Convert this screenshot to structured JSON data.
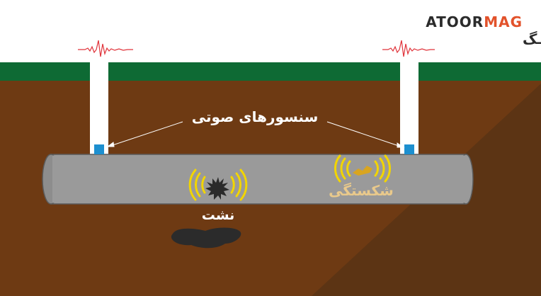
{
  "brand": {
    "latin_part1": "ATOOR",
    "latin_part2": "MAG",
    "persian": "آتـــورمـــگ",
    "colors": {
      "dark": "#2b2b2b",
      "accent": "#e2522b"
    }
  },
  "labels": {
    "sensors": "سنسورهای صوتی",
    "leak": "نشت",
    "crack": "شکستگی"
  },
  "colors": {
    "sky": "#ffffff",
    "grass": "#0e6a34",
    "soil": "#6e3a13",
    "soil_deep": "#5a3212",
    "pipe": "#9a9a9a",
    "pipe_outline": "#5b5b5b",
    "sensor_post": "#ffffff",
    "sensor_head": "#1d8fcf",
    "wave_signal": "#e0333a",
    "sound_waves": "#f2d500",
    "crack_fill": "#d9a520",
    "leak_burst": "#2a2a2a",
    "puddle": "#2b2b2b",
    "label_color": "#ffffff",
    "crack_label_color": "#e9c98b"
  },
  "icons": {
    "sensor_signal": "seismograph-wave-icon",
    "sound": "sound-wave-icon",
    "leak": "burst-icon",
    "crack": "crack-icon"
  }
}
